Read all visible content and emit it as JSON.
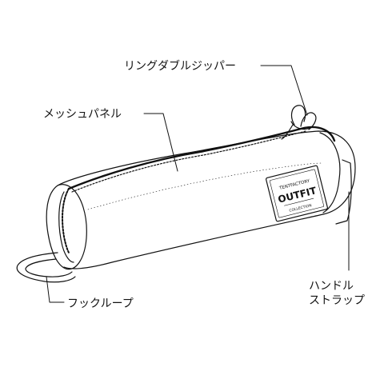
{
  "callouts": {
    "zipper": "リングダブルジッパー",
    "mesh_panel": "メッシュパネル",
    "hook_loop": "フックループ",
    "handle_line1": "ハンドル",
    "handle_line2": "ストラップ"
  },
  "patch": {
    "top_text": "TENTFACTORY",
    "brand": "OUTFIT",
    "bottom_text": "COLLECTION"
  },
  "colors": {
    "line": "#111111",
    "background": "#ffffff"
  }
}
